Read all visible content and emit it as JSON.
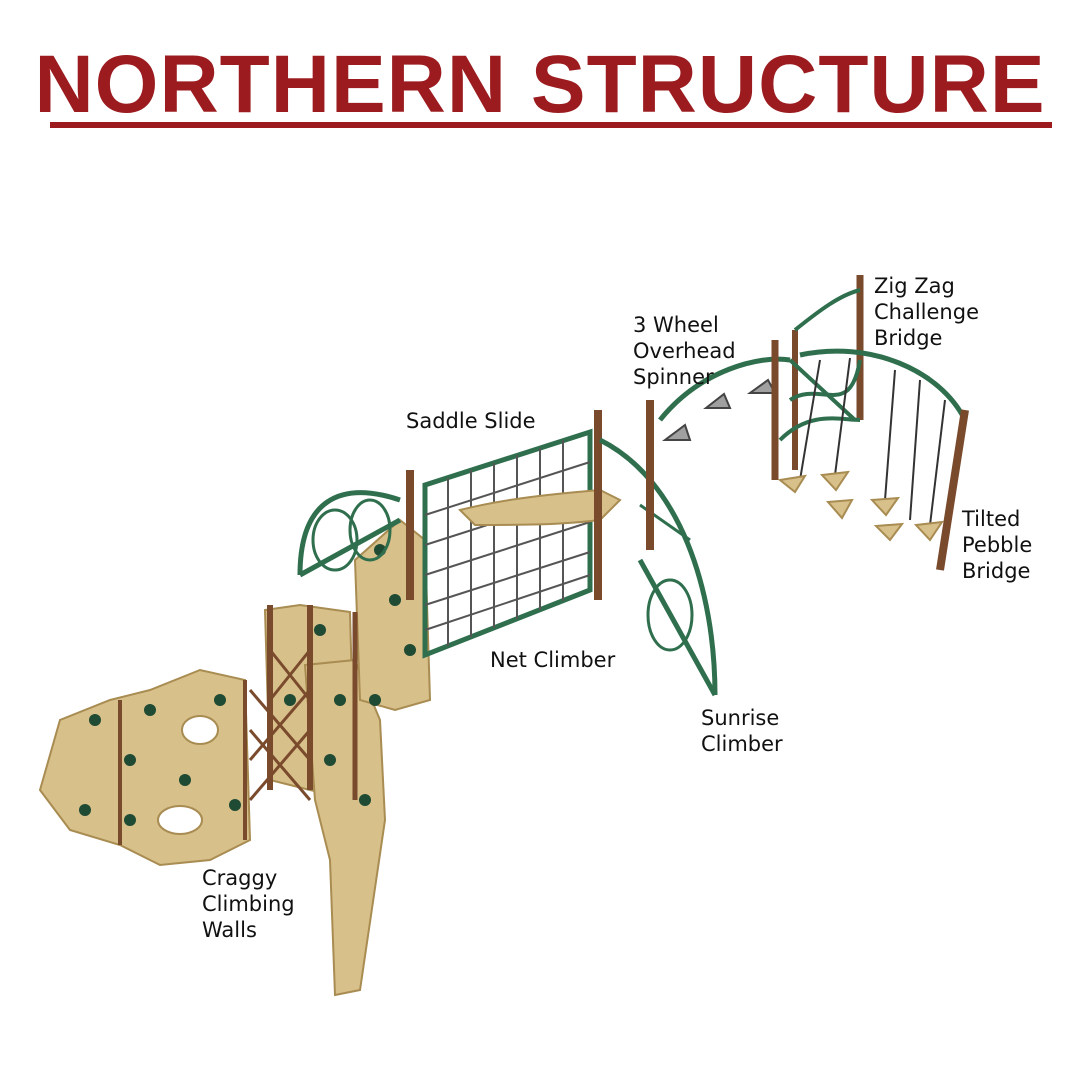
{
  "title": "NORTHERN STRUCTURE",
  "colors": {
    "title": "#9b1b1f",
    "metal_green": "#2f6f4e",
    "post_brown": "#7a4a2c",
    "rock_tan": "#d8c08a",
    "rock_shadow": "#a88c52",
    "hold_green": "#1f4a33"
  },
  "labels": {
    "zigzag": "Zig Zag\nChallenge\nBridge",
    "spinner": "3 Wheel\nOverhead\nSpinner",
    "saddle": "Saddle Slide",
    "pebble": "Tilted\nPebble\nBridge",
    "net": "Net Climber",
    "sunrise": "Sunrise\nClimber",
    "craggy": "Craggy\nClimbing\nWalls"
  }
}
